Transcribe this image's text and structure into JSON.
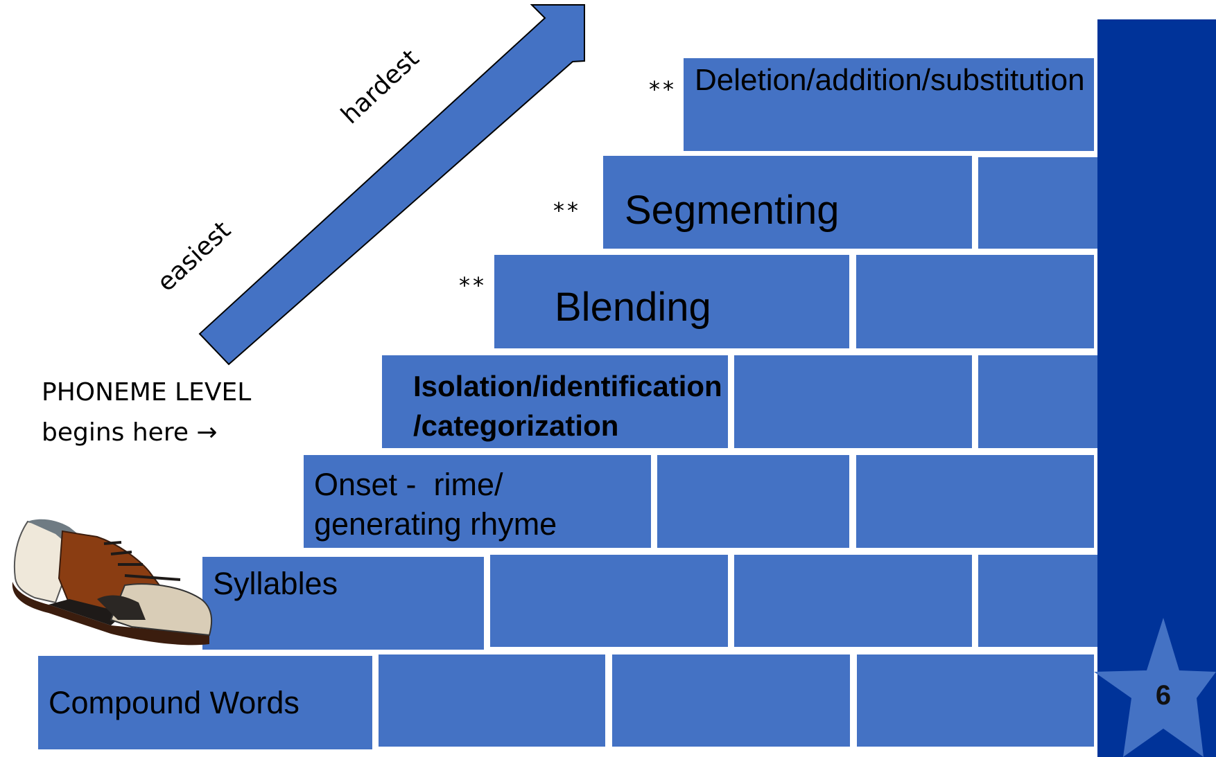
{
  "steps": {
    "compound": "Compound Words",
    "syllables": "Syllables",
    "onset_line1": "Onset -  rime/",
    "onset_line2": "generating rhyme",
    "isolation_line1": "Isolation/identification",
    "isolation_line2": "/categorization",
    "blending": "Blending",
    "segmenting": "Segmenting",
    "deletion": "Deletion/addition/substitution"
  },
  "markers": {
    "blending": "**",
    "segmenting": "**",
    "deletion": "**"
  },
  "arrow": {
    "easiest": "easiest",
    "hardest": "hardest"
  },
  "phoneme_note": {
    "line1": "PHONEME LEVEL",
    "line2": "begins here →"
  },
  "slide_number": "6",
  "colors": {
    "brick": "#4472c4",
    "sidebar": "#003399",
    "star": "#4472c4"
  },
  "icons": {
    "shoe": "saddle-shoe-icon",
    "star": "star-icon",
    "arrow": "up-right-arrow-icon"
  }
}
